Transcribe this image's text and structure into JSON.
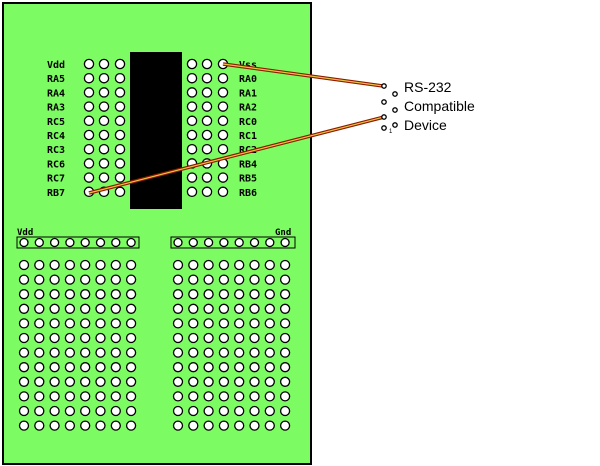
{
  "colors": {
    "board": "#7cfc62",
    "board_border": "#000000",
    "chip": "#000000",
    "hole_stroke": "#000000",
    "wire_outer": "#8b1a00",
    "wire_inner": "#f0c040",
    "background": "#ffffff"
  },
  "chip": {
    "left_pins": [
      "Vdd",
      "RA5",
      "RA4",
      "RA3",
      "RC5",
      "RC4",
      "RC3",
      "RC6",
      "RC7",
      "RB7"
    ],
    "right_pins": [
      "Vss",
      "RA0",
      "RA1",
      "RA2",
      "RC0",
      "RC1",
      "RC2",
      "RB4",
      "RB5",
      "RB6"
    ]
  },
  "rails": {
    "left_label": "Vdd",
    "right_label": "Gnd"
  },
  "connector": {
    "pin1_label": "1",
    "text_lines": [
      "RS-232",
      "Compatible",
      "Device"
    ]
  },
  "wires": [
    {
      "from": "Vss",
      "to": "connector-pin-top"
    },
    {
      "from": "RB7",
      "to": "connector-pin-3"
    }
  ],
  "grid": {
    "rows": 12,
    "cols_per_block": 8
  }
}
